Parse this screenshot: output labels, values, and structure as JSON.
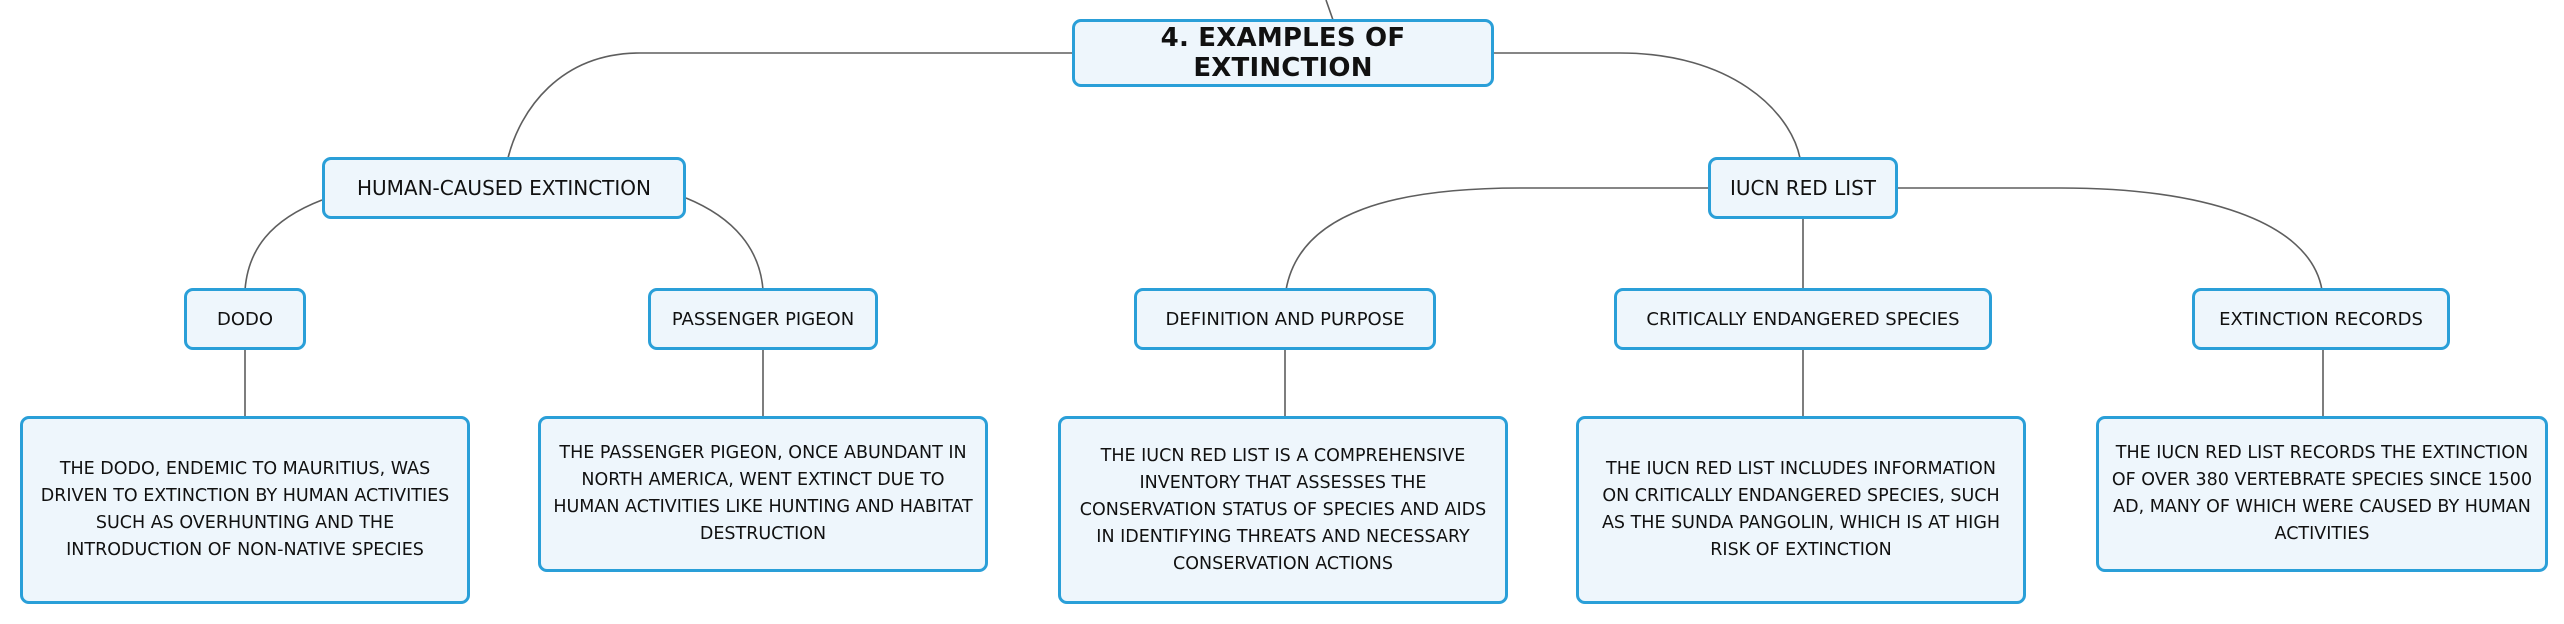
{
  "diagram": {
    "root": {
      "label": "4. EXAMPLES OF EXTINCTION"
    },
    "branches": {
      "human": {
        "label": "HUMAN-CAUSED EXTINCTION"
      },
      "iucn": {
        "label": "IUCN RED LIST"
      }
    },
    "topics": {
      "dodo": {
        "label": "DODO"
      },
      "pigeon": {
        "label": "PASSENGER PIGEON"
      },
      "definition": {
        "label": "DEFINITION AND PURPOSE"
      },
      "critical": {
        "label": "CRITICALLY ENDANGERED SPECIES"
      },
      "records": {
        "label": "EXTINCTION RECORDS"
      }
    },
    "details": {
      "dodo": {
        "text": "THE DODO, ENDEMIC TO MAURITIUS, WAS DRIVEN TO EXTINCTION BY HUMAN ACTIVITIES SUCH AS OVERHUNTING AND THE INTRODUCTION OF NON-NATIVE SPECIES"
      },
      "pigeon": {
        "text": "THE PASSENGER PIGEON, ONCE ABUNDANT IN NORTH AMERICA, WENT EXTINCT DUE TO HUMAN ACTIVITIES LIKE HUNTING AND HABITAT DESTRUCTION"
      },
      "definition": {
        "text": "THE IUCN RED LIST IS A COMPREHENSIVE INVENTORY THAT ASSESSES THE CONSERVATION STATUS OF SPECIES AND AIDS IN IDENTIFYING THREATS AND NECESSARY CONSERVATION ACTIONS"
      },
      "critical": {
        "text": "THE IUCN RED LIST INCLUDES INFORMATION ON CRITICALLY ENDANGERED SPECIES, SUCH AS THE SUNDA PANGOLIN, WHICH IS AT HIGH RISK OF EXTINCTION"
      },
      "records": {
        "text": "THE IUCN RED LIST RECORDS THE EXTINCTION OF OVER 380 VERTEBRATE SPECIES SINCE 1500 AD, MANY OF WHICH WERE CAUSED BY HUMAN ACTIVITIES"
      }
    }
  }
}
